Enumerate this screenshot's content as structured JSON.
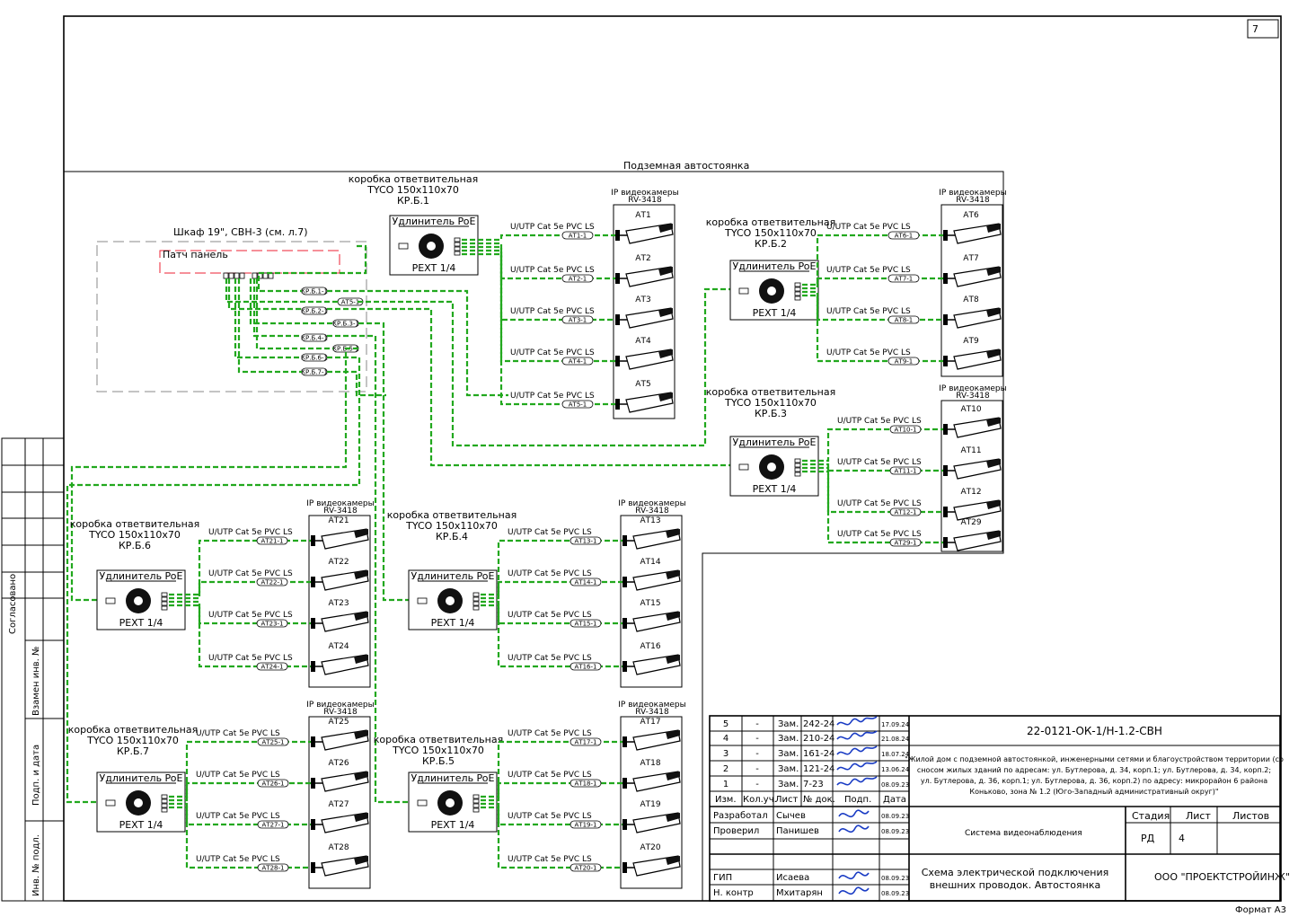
{
  "sheet": {
    "page_number": "7",
    "zone_title": "Подземная автостоянка",
    "format": "Формат А3",
    "side_labels": [
      "Согласовано",
      "Взамен инв. №",
      "Подп. и дата",
      "Инв. № подл."
    ]
  },
  "cabinet": {
    "title": "Шкаф 19\", СВН-3 (см. л.7)",
    "patch_panel": "Патч панель",
    "cable_tags": [
      "КР.Б.1-1",
      "АТ5-1",
      "КР.Б.2-1",
      "КР.Б.3-1",
      "КР.Б.4-1",
      "КР.Б.5-1",
      "КР.Б.6-1",
      "КР.Б.7-1"
    ]
  },
  "common": {
    "box_label": "коробка ответвительная",
    "box_model": "TYCO 150x110x70",
    "extender_title": "Удлинитель PoE",
    "extender_model": "PEXT 1/4",
    "cable_label": "U/UTP Cat 5e PVC LS",
    "cameras_title": "IP видеокамеры",
    "cameras_model": "RV-3418"
  },
  "groups": [
    {
      "id": "КР.Б.1",
      "cameras": [
        "АТ1",
        "АТ2",
        "АТ3",
        "АТ4",
        "АТ5"
      ],
      "tags": [
        "АТ1-1",
        "АТ2-1",
        "АТ3-1",
        "АТ4-1",
        "АТ5-1"
      ]
    },
    {
      "id": "КР.Б.2",
      "cameras": [
        "АТ6",
        "АТ7",
        "АТ8",
        "АТ9"
      ],
      "tags": [
        "АТ6-1",
        "АТ7-1",
        "АТ8-1",
        "АТ9-1"
      ]
    },
    {
      "id": "КР.Б.3",
      "cameras": [
        "АТ10",
        "АТ11",
        "АТ12",
        "АТ29"
      ],
      "tags": [
        "АТ10-1",
        "АТ11-1",
        "АТ12-1",
        "АТ29-1"
      ]
    },
    {
      "id": "КР.Б.4",
      "cameras": [
        "АТ13",
        "АТ14",
        "АТ15",
        "АТ16"
      ],
      "tags": [
        "АТ13-1",
        "АТ14-1",
        "АТ15-1",
        "АТ16-1"
      ]
    },
    {
      "id": "КР.Б.5",
      "cameras": [
        "АТ17",
        "АТ18",
        "АТ19",
        "АТ20"
      ],
      "tags": [
        "АТ17-1",
        "АТ18-1",
        "АТ19-1",
        "АТ20-1"
      ]
    },
    {
      "id": "КР.Б.6",
      "cameras": [
        "АТ21",
        "АТ22",
        "АТ23",
        "АТ24"
      ],
      "tags": [
        "АТ21-1",
        "АТ22-1",
        "АТ23-1",
        "АТ24-1"
      ]
    },
    {
      "id": "КР.Б.7",
      "cameras": [
        "АТ25",
        "АТ26",
        "АТ27",
        "АТ28"
      ],
      "tags": [
        "АТ25-1",
        "АТ26-1",
        "АТ27-1",
        "АТ28-1"
      ]
    }
  ],
  "title_block": {
    "doc_code": "22-0121-ОК-1/Н-1.2-СВН",
    "project": "\"Жилой дом с подземной автостоянкой, инженерными сетями и благоустройством территории (со сносом жилых зданий по адресам: ул. Бутлерова, д. 34, корп.1; ул. Бутлерова, д. 34, корп.2; ул. Бутлерова, д. 36, корп.1; ул. Бутлерова, д. 36, корп.2) по адресу: микрорайон 6 района Коньково, зона № 1.2 (Юго-Западный административный округ)\"",
    "system": "Система видеонаблюдения",
    "drawing": "Схема электрической подключения внешних проводок. Автостоянка",
    "company": "ООО \"ПРОЕКТСТРОЙИНЖ\"",
    "stage_hdr": "Стадия",
    "sheet_hdr": "Лист",
    "sheets_hdr": "Листов",
    "stage": "РД",
    "sheet_no": "4",
    "rev_headers": [
      "Изм.",
      "Кол.уч.",
      "Лист",
      "№ док.",
      "Подп.",
      "Дата"
    ],
    "revisions": [
      {
        "n": "5",
        "q": "-",
        "s": "Зам.",
        "d": "242-24",
        "date": "17.09.24"
      },
      {
        "n": "4",
        "q": "-",
        "s": "Зам.",
        "d": "210-24",
        "date": "21.08.24"
      },
      {
        "n": "3",
        "q": "-",
        "s": "Зам.",
        "d": "161-24",
        "date": "18.07.24"
      },
      {
        "n": "2",
        "q": "-",
        "s": "Зам.",
        "d": "121-24",
        "date": "13.06.24"
      },
      {
        "n": "1",
        "q": "-",
        "s": "Зам.",
        "d": "7-23",
        "date": "08.09.23"
      }
    ],
    "people": [
      {
        "role": "Разработал",
        "name": "Сычев",
        "date": "08.09.23"
      },
      {
        "role": "Проверил",
        "name": "Панишев",
        "date": "08.09.23"
      },
      {
        "role": "ГИП",
        "name": "Исаева",
        "date": "08.09.23"
      },
      {
        "role": "Н. контр",
        "name": "Мхитарян",
        "date": "08.09.23"
      }
    ]
  }
}
